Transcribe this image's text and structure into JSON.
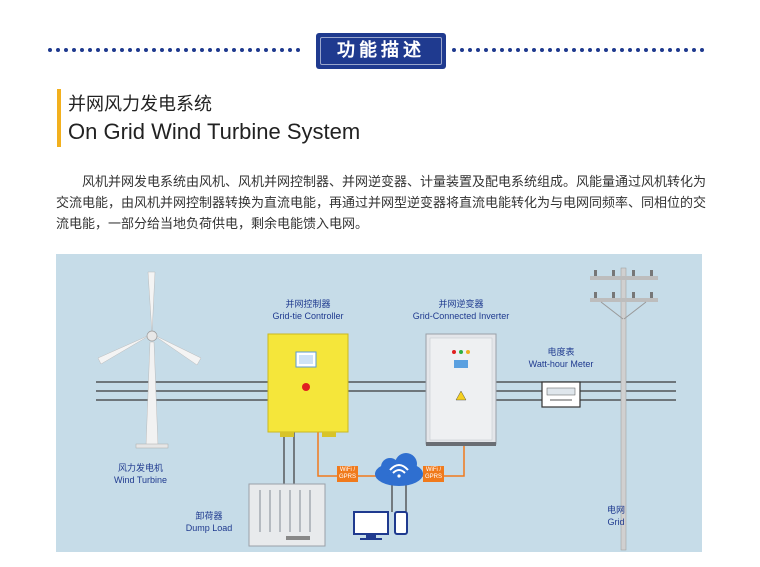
{
  "header": {
    "badge": "功能描述"
  },
  "section": {
    "title_cn": "并网风力发电系统",
    "title_en": "On Grid Wind Turbine System"
  },
  "description": "风机并网发电系统由风机、风机并网控制器、并网逆变器、计量装置及配电系统组成。风能量通过风机转化为交流电能，由风机并网控制器转换为直流电能，再通过并网型逆变器将直流电能转化为与电网同频率、同相位的交流电能，一部分给当地负荷供电，剩余电能馈入电网。",
  "diagram": {
    "turbine": {
      "cn": "风力发电机",
      "en": "Wind Turbine"
    },
    "controller": {
      "cn": "并网控制器",
      "en": "Grid-tie Controller"
    },
    "inverter": {
      "cn": "并网逆变器",
      "en": "Grid-Connected Inverter"
    },
    "meter": {
      "cn": "电度表",
      "en": "Watt-hour Meter"
    },
    "dump_load": {
      "cn": "卸荷器",
      "en": "Dump Load"
    },
    "grid": {
      "cn": "电网",
      "en": "Grid"
    },
    "wifi_left": {
      "line1": "WiFi /",
      "line2": "GPRS"
    },
    "wifi_right": {
      "line1": "WiFi /",
      "line2": "GPRS"
    }
  },
  "colors": {
    "accent": "#1f3a8f",
    "title_bar": "#f2b01e",
    "panel": "#c6dce8",
    "controller": "#f5e63a",
    "wifi_tag": "#f07a1c",
    "cloud": "#2f6fd0"
  },
  "icons": [
    "wind-turbine-icon",
    "controller-icon",
    "inverter-icon",
    "meter-icon",
    "dump-load-icon",
    "utility-pole-icon",
    "wifi-cloud-icon",
    "monitor-icon",
    "phone-icon"
  ]
}
